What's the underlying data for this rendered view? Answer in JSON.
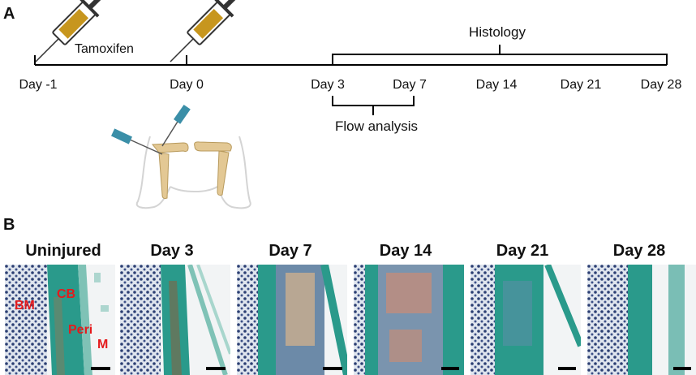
{
  "panel_a": {
    "label": "A",
    "timepoints": [
      "Day -1",
      "Day 0",
      "Day 3",
      "Day 7",
      "Day 14",
      "Day 21",
      "Day 28"
    ],
    "injection_label": "Tamoxifen",
    "histology_label": "Histology",
    "flow_label": "Flow analysis"
  },
  "panel_b": {
    "label": "B",
    "headers": [
      "Uninjured",
      "Day 3",
      "Day 7",
      "Day 14",
      "Day 21",
      "Day 28"
    ],
    "tissue_labels": {
      "bm": "BM",
      "cb": "CB",
      "peri": "Peri",
      "m": "M"
    }
  },
  "colors": {
    "tissue_label": "#e41a1c",
    "syringe_fluid": "#c7961e",
    "needle": "#3b8fa8",
    "bone": "#e3c894",
    "stain_green": "#2a9a8b",
    "stain_blue": "#2c3f73"
  }
}
